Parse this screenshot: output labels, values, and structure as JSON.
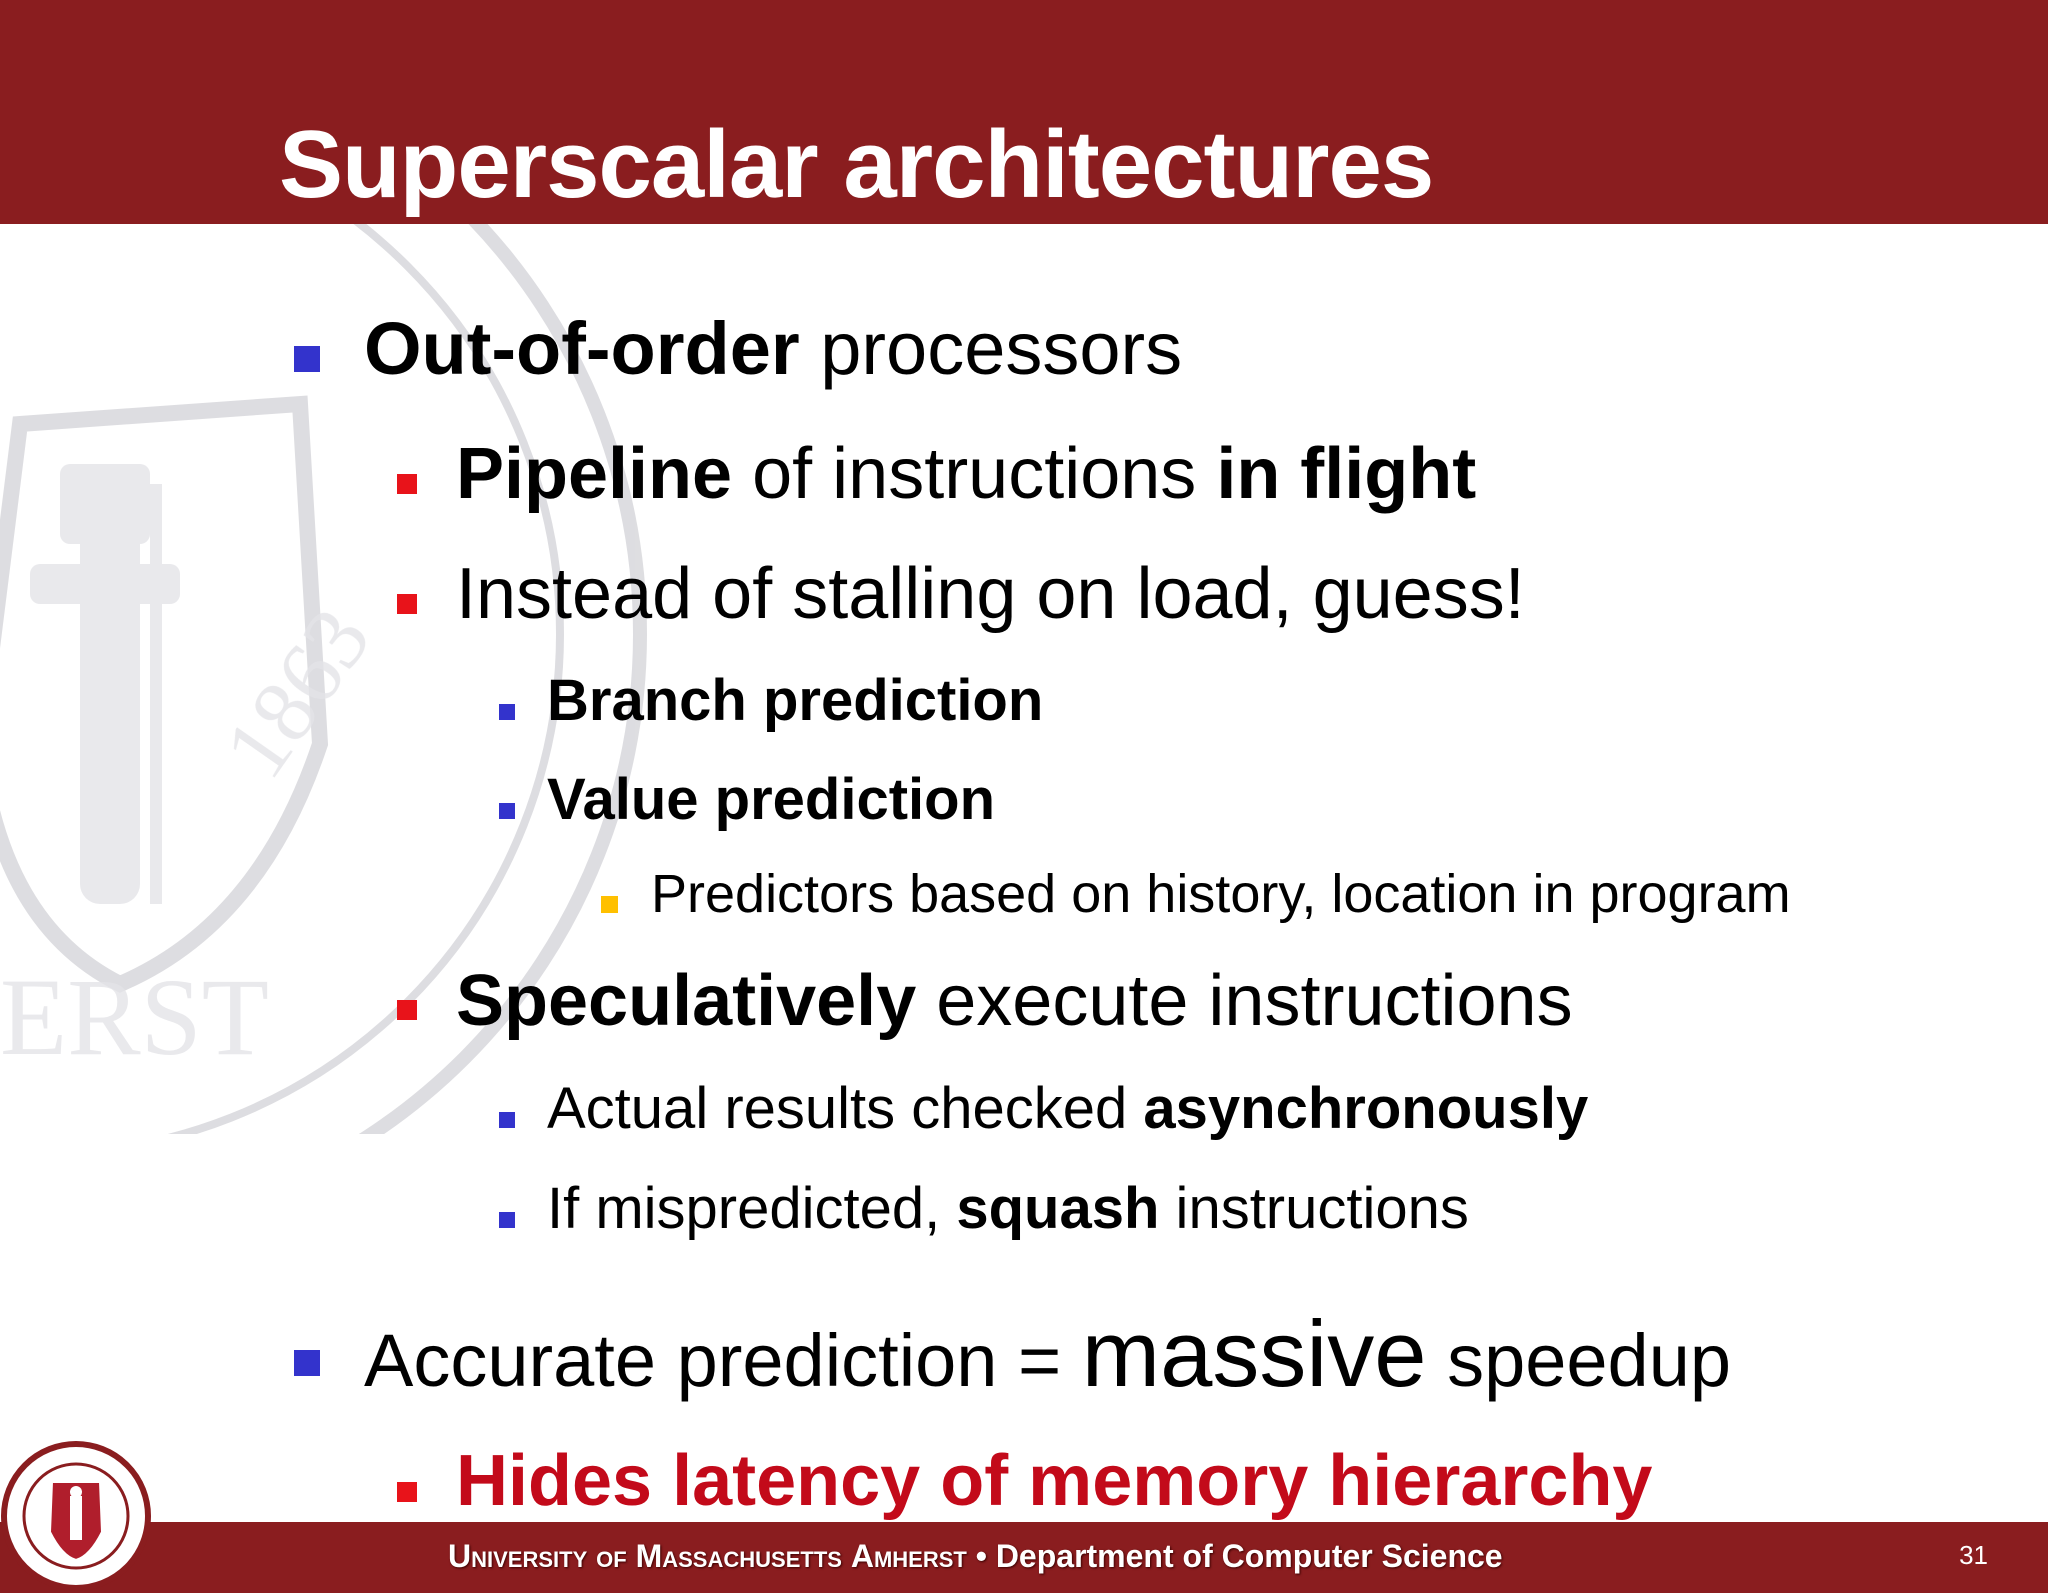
{
  "slide": {
    "title": "Superscalar architectures",
    "page_number": "31"
  },
  "footer": {
    "university_a": "University",
    "of1": " of ",
    "mass": "Massachusetts",
    "space": " ",
    "amherst": "Amherst",
    "bullet": " • ",
    "department": "Department of Computer Science"
  },
  "bullets": {
    "b1": {
      "bold": "Out-of-order",
      "rest": " processors"
    },
    "b1_1": {
      "bold1": "Pipeline",
      "mid": " of instructions ",
      "bold2": "in flight"
    },
    "b1_2": {
      "text": "Instead of stalling on load, guess!"
    },
    "b1_2_1": {
      "bold": "Branch prediction"
    },
    "b1_2_2": {
      "bold": "Value prediction"
    },
    "b1_2_2_1": {
      "text": "Predictors based on history, location in program"
    },
    "b1_3": {
      "bold": "Speculatively",
      "rest": " execute instructions"
    },
    "b1_3_1": {
      "pre": "Actual results checked ",
      "bold": "asynchronously"
    },
    "b1_3_2": {
      "pre": "If mispredicted, ",
      "bold": "squash",
      "post": " instructions"
    },
    "b2": {
      "pre": "Accurate prediction = ",
      "massive": "massive",
      "post": " speedup"
    },
    "b2_1": {
      "red": "Hides latency of memory hierarchy"
    }
  },
  "colors": {
    "header": "#8a1d1f",
    "bullet_blue": "#3333cc",
    "bullet_red": "#e8131a",
    "bullet_yellow": "#ffc000",
    "emphasis_red": "#c30a1a"
  }
}
